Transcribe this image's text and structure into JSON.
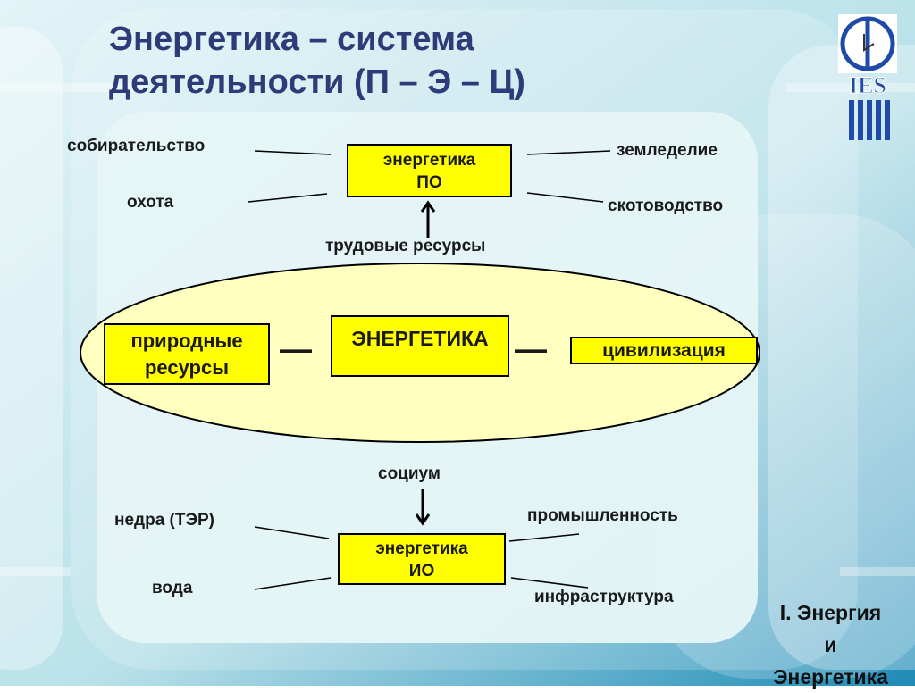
{
  "slide": {
    "title_line1": "Энергетика – система",
    "title_line2": "деятельности (П – Э – Ц)"
  },
  "logo": {
    "text": "IES",
    "icon": "clock-logo-icon"
  },
  "top": {
    "box_line1": "энергетика",
    "box_line2": "ПО",
    "left_items": [
      "собирательство",
      "охота"
    ],
    "right_items": [
      "земледелие",
      "скотоводство"
    ],
    "resource_label": "трудовые ресурсы"
  },
  "middle": {
    "left_box_line1": "природные",
    "left_box_line2": "ресурсы",
    "center_box": "ЭНЕРГЕТИКА",
    "right_box": "цивилизация",
    "connector": "—"
  },
  "bottom": {
    "socium_label": "социум",
    "box_line1": "энергетика",
    "box_line2": "ИО",
    "left_items": [
      "недра (ТЭР)",
      "вода"
    ],
    "right_items": [
      "промышленность",
      "инфраструктура"
    ]
  },
  "section": {
    "line1": "I. Энергия",
    "line2": "и",
    "line3": "Энергетика"
  },
  "colors": {
    "accent": "#ffff00",
    "title": "#2d3c78",
    "panel": "#d8f2f4"
  }
}
